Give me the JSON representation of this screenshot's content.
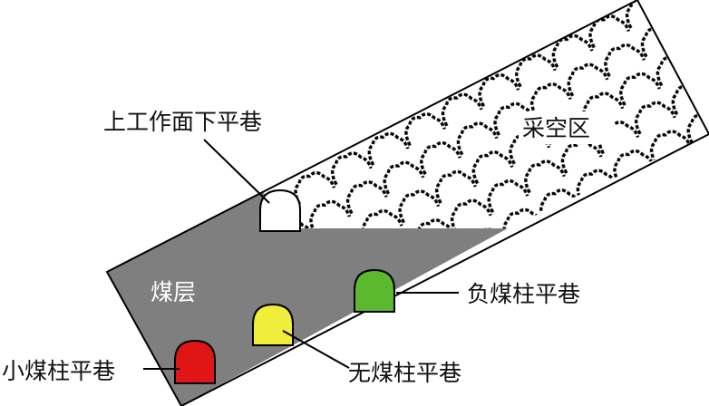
{
  "labels": {
    "upper_roadway": "上工作面下平巷",
    "goaf": "采空区",
    "coal_seam": "煤层",
    "negative_pillar": "负煤柱平巷",
    "zero_pillar": "无煤柱平巷",
    "small_pillar": "小煤柱平巷"
  },
  "colors": {
    "coal": "#7f7f7f",
    "upper_roadway": "#ffffff",
    "negative_pillar": "#5cb82e",
    "zero_pillar": "#f0ee3a",
    "small_pillar": "#e01616",
    "outline": "#000000"
  }
}
